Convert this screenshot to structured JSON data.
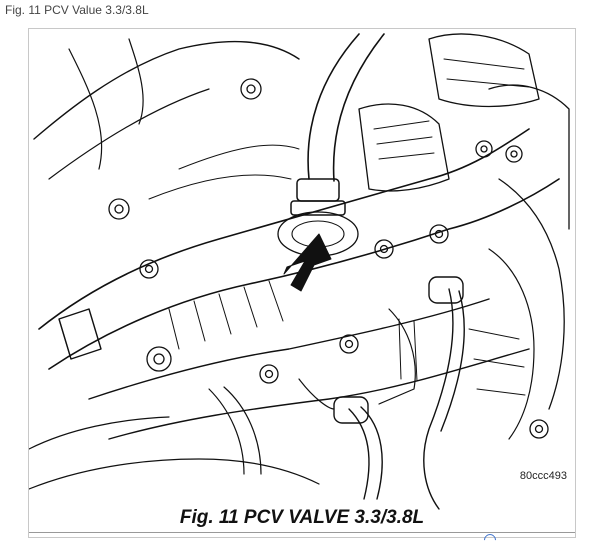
{
  "heading": "Fig. 11 PCV Value 3.3/3.8L",
  "figure": {
    "part_code": "80ccc493",
    "caption": "Fig. 11 PCV VALVE 3.3/3.8L"
  },
  "colors": {
    "ink": "#111111",
    "frame_border": "#c8c8c8",
    "heading_text": "#444444"
  }
}
